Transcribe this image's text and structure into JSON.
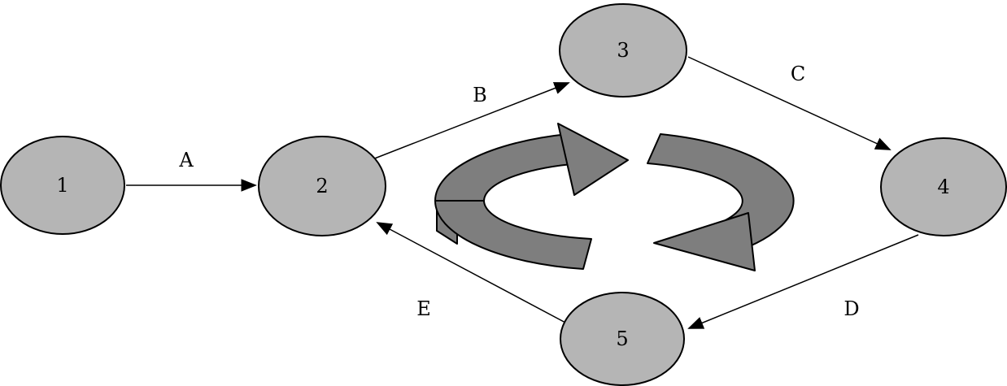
{
  "diagram": {
    "nodes": [
      {
        "label": "1"
      },
      {
        "label": "2"
      },
      {
        "label": "3"
      },
      {
        "label": "4"
      },
      {
        "label": "5"
      }
    ],
    "edges": [
      {
        "label": "A",
        "from": "1",
        "to": "2"
      },
      {
        "label": "B",
        "from": "2",
        "to": "3"
      },
      {
        "label": "C",
        "from": "3",
        "to": "4"
      },
      {
        "label": "D",
        "from": "4",
        "to": "5"
      },
      {
        "label": "E",
        "from": "5",
        "to": "2"
      }
    ],
    "colors": {
      "node_fill": "#b5b5b5",
      "node_stroke": "#000000",
      "cycle_fill": "#7e7e7e",
      "background": "#ffffff"
    }
  }
}
